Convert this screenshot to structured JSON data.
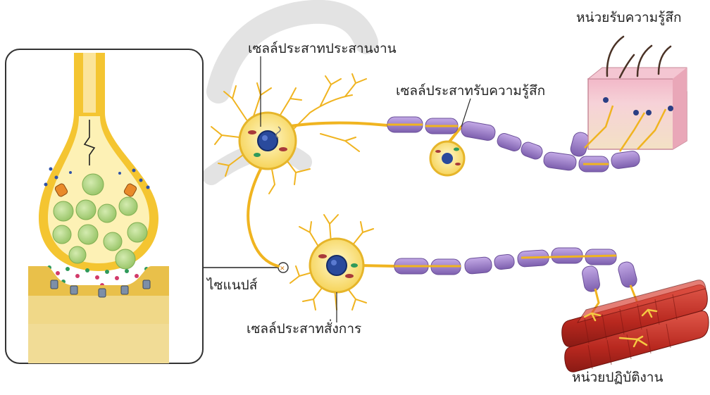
{
  "labels": {
    "receptor": "หน่วยรับความรู้สึก",
    "interneuron": "เซลล์ประสาทประสานงาน",
    "sensory_neuron": "เซลล์ประสาทรับความรู้สึก",
    "synapse": "ไซแนปส์",
    "motor_neuron": "เซลล์ประสาทสั่งการ",
    "effector": "หน่วยปฏิบัติงาน"
  },
  "colors": {
    "nerve_yellow": "#f4c531",
    "cell_body": "#fff3b0",
    "nucleus": "#2a4a9c",
    "myelin": "#9b7fc8",
    "muscle": "#c8312a",
    "vesicle": "#b9d98f",
    "watermark": "#bfbfbf"
  }
}
